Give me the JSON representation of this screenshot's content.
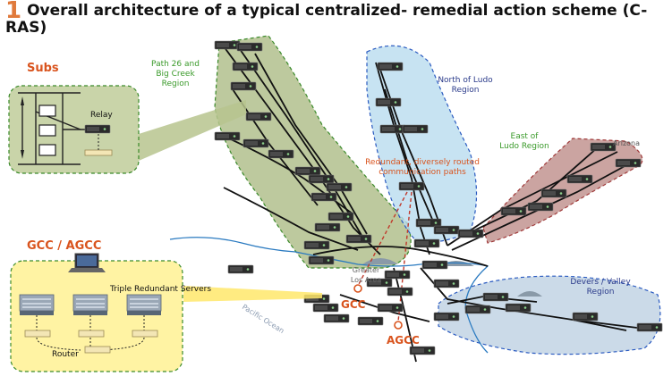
{
  "figure": {
    "number": "1",
    "title": "Overall architecture of a typical centralized- remedial action scheme (C-RAS)"
  },
  "labels": {
    "subs": "Subs",
    "relay": "Relay",
    "gcc_agcc": "GCC / AGCC",
    "triple_servers": "Triple Redundant Servers",
    "router": "Router",
    "path26_line1": "Path 26 and",
    "path26_line2": "Big Creek",
    "path26_line3": "Region",
    "north_ludo_line1": "North of Ludo",
    "north_ludo_line2": "Region",
    "east_ludo_line1": "East of",
    "east_ludo_line2": "Ludo Region",
    "arizona": "Arizona",
    "redundant_line1": "Redundant, diversely routed",
    "redundant_line2": "communication paths",
    "greater_la_line1": "Greater",
    "greater_la_line2": "Los Area",
    "gcc": "GCC",
    "agcc": "AGCC",
    "pacific_ocean": "Pacific Ocean",
    "devers_line1": "Devers / Valley",
    "devers_line2": "Region"
  },
  "colors": {
    "title_number": "#e07a3c",
    "subs_label": "#d9541e",
    "control_center": "#d9541e",
    "region_green_text": "#3a9a2a",
    "region_blue_text": "#2a3a8a",
    "arizona_text": "#555555",
    "path26_fill": "#9aac6a",
    "north_ludo_fill": "#b9dcef",
    "east_ludo_fill": "#b98682",
    "devers_fill": "#b9cde0",
    "subs_box_fill": "#c9d4a9",
    "servers_box_fill": "#fff3a3"
  }
}
